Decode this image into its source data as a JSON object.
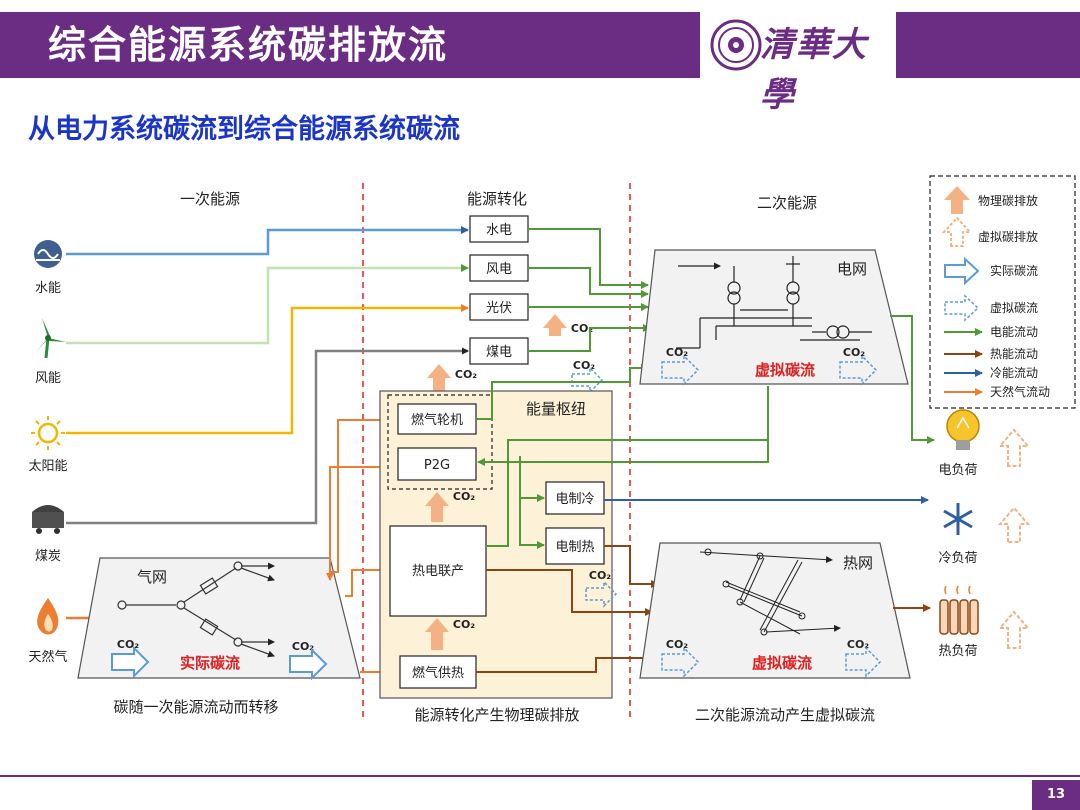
{
  "header": {
    "title": "综合能源系统碳排放流",
    "logo_text": "清華大學"
  },
  "subtitle": "从电力系统碳流到综合能源系统碳流",
  "page_number": "13",
  "diagram": {
    "column_headers": {
      "primary": "一次能源",
      "conversion": "能源转化",
      "secondary": "二次能源"
    },
    "primary_sources": {
      "hydro": "水能",
      "wind": "风能",
      "solar": "太阳能",
      "coal": "煤炭",
      "gas": "天然气"
    },
    "gas_network": {
      "title": "气网",
      "flow_label": "实际碳流",
      "co2_left": "CO₂",
      "co2_right": "CO₂"
    },
    "generators": {
      "hydro": "水电",
      "wind": "风电",
      "pv": "光伏",
      "coal": "煤电"
    },
    "co2_pv": "CO₂",
    "co2_coal": "CO₂",
    "co2_virtual_top": "CO₂",
    "hub": {
      "title": "能量枢纽",
      "gas_turbine": "燃气轮机",
      "p2g": "P2G",
      "chp": "热电联产",
      "gas_heating": "燃气供热",
      "elec_cooling": "电制冷",
      "elec_heating": "电制热",
      "co2_gt": "CO₂",
      "co2_chp": "CO₂",
      "co2_heating": "CO₂",
      "co2_elec_heat": "CO₂"
    },
    "power_grid": {
      "title": "电网",
      "flow_label": "虚拟碳流",
      "co2_left": "CO₂",
      "co2_right": "CO₂"
    },
    "heat_network": {
      "title": "热网",
      "flow_label": "虚拟碳流",
      "co2_left": "CO₂",
      "co2_right": "CO₂"
    },
    "loads": {
      "electric": "电负荷",
      "cooling": "冷负荷",
      "heat": "热负荷"
    },
    "legend": {
      "physical_emission": "物理碳排放",
      "virtual_emission": "虚拟碳排放",
      "actual_flow": "实际碳流",
      "virtual_flow": "虚拟碳流",
      "elec_flow": "电能流动",
      "heat_flow": "热能流动",
      "cold_flow": "冷能流动",
      "gas_flow": "天然气流动"
    },
    "captions": {
      "left": "碳随一次能源流动而转移",
      "middle": "能源转化产生物理碳排放",
      "right": "二次能源流动产生虚拟碳流"
    },
    "colors": {
      "electric": "#4e9a35",
      "heat": "#8b4513",
      "cold": "#2e5fa3",
      "gas": "#ed7d31",
      "hydro_line": "#5b9bd5",
      "wind_line": "#c5e0b4",
      "solar_line": "#f2b600",
      "coal_line": "#808080",
      "emission_arrow": "#f4b183",
      "flow_arrow": "#5b9bd5",
      "red_text": "#e02020",
      "hub_fill": "#fdf1d8"
    }
  }
}
